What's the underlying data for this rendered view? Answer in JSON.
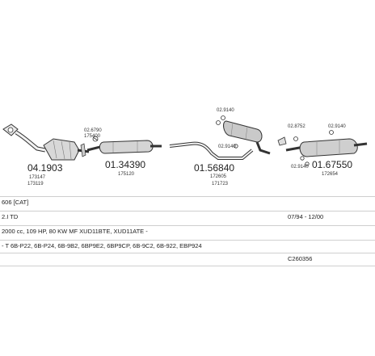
{
  "parts": [
    {
      "id": "cat",
      "main": "04.1903",
      "subs": [
        "173147",
        "173119"
      ]
    },
    {
      "id": "front-silencer",
      "main": "01.34390",
      "subs": [
        "175120"
      ]
    },
    {
      "id": "middle-silencer",
      "main": "01.56840",
      "subs": [
        "172605",
        "171723"
      ]
    },
    {
      "id": "rear-silencer",
      "main": "01.67550",
      "subs": [
        "172654"
      ]
    }
  ],
  "small_labels": {
    "front_clamp": "02.6790",
    "front_clamp_sub": "175400",
    "mid_hanger_top": "02.9140",
    "mid_hanger_mid": "02.9140",
    "rear_clamp": "02.8752",
    "rear_hanger_top": "02.9140",
    "rear_hanger_low": "02.9140"
  },
  "info": {
    "line1": "606  [CAT]",
    "line2": "2.I TD",
    "line2_right": "07/94 - 12/00",
    "line3": "2000 cc, 109 HP, 80 KW MF XUD11BTE, XUD11ATE -",
    "line4": "- T 6B-P22, 6B-P24, 6B-9B2, 6BP9E2, 6BP9CP, 6B-9C2, 6B-922, EBP924",
    "line5_right": "C260356"
  }
}
